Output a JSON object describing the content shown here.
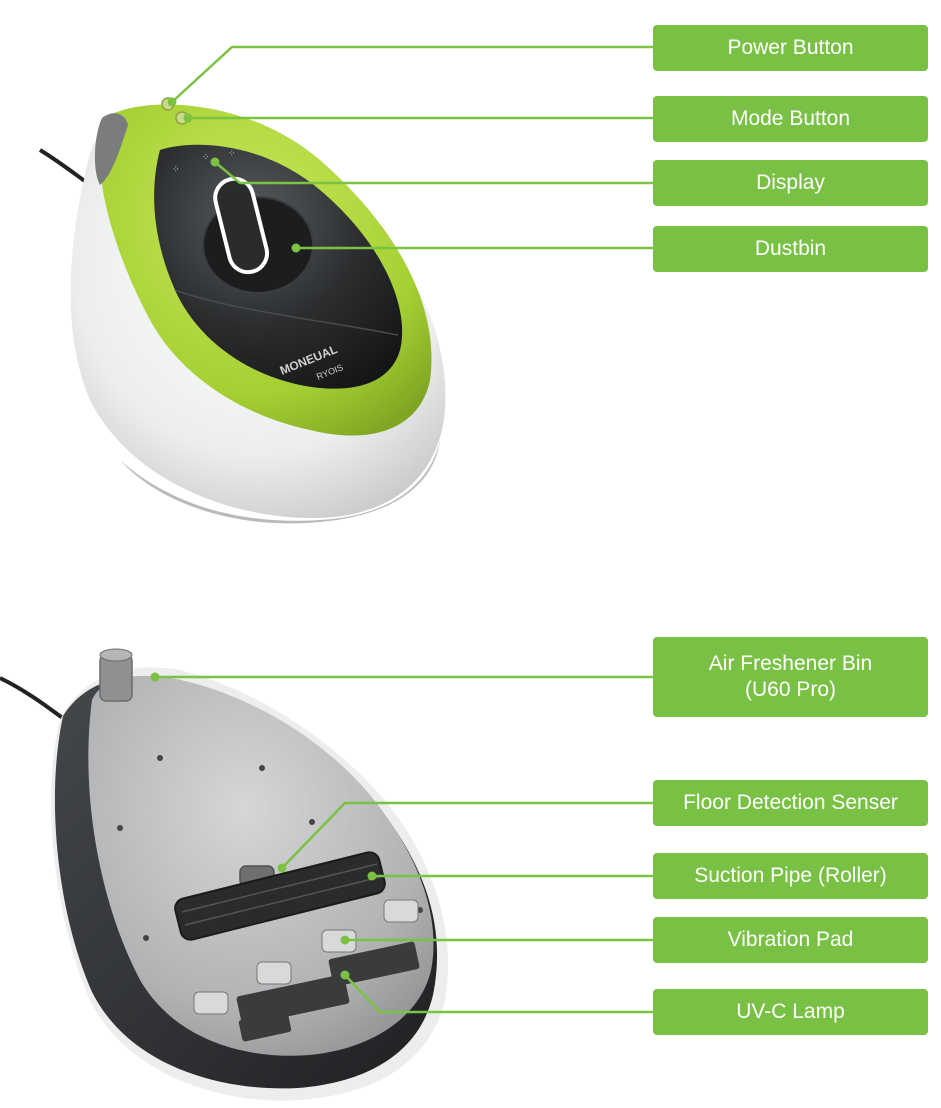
{
  "colors": {
    "accent_green": "#79c144",
    "leader_line": "#7cc242",
    "lime_shell": "#a9d43a",
    "dark_body": "#2f3133",
    "white_shell": "#f2f3f3",
    "grey_base": "#a8aaac"
  },
  "product": {
    "brand_text": "MONEUAL",
    "model_text": "RYOIS"
  },
  "top_view": {
    "labels": [
      {
        "id": "power",
        "text": "Power Button"
      },
      {
        "id": "mode",
        "text": "Mode Button"
      },
      {
        "id": "display",
        "text": "Display"
      },
      {
        "id": "dustbin",
        "text": "Dustbin"
      }
    ]
  },
  "bottom_view": {
    "labels": [
      {
        "id": "air-freshener",
        "line1": "Air Freshener Bin",
        "line2": "(U60 Pro)"
      },
      {
        "id": "floor-sensor",
        "text": "Floor Detection Senser"
      },
      {
        "id": "suction-pipe",
        "text": "Suction Pipe (Roller)"
      },
      {
        "id": "vibration-pad",
        "text": "Vibration Pad"
      },
      {
        "id": "uvc-lamp",
        "text": "UV-C Lamp"
      }
    ]
  }
}
